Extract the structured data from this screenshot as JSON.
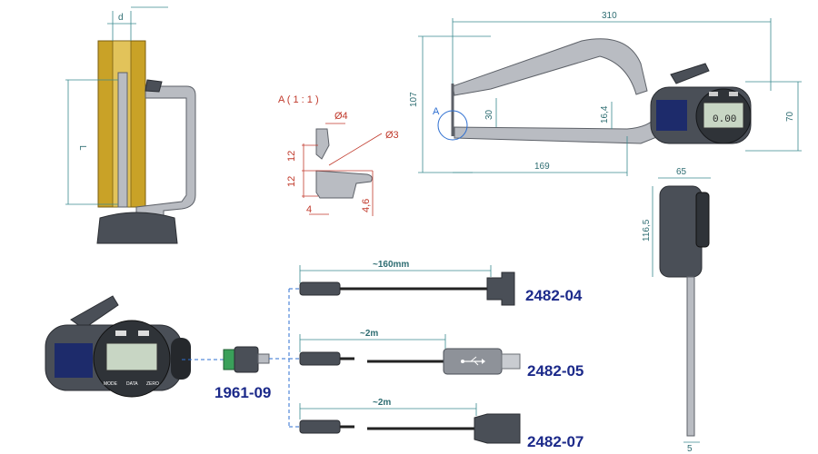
{
  "labels": {
    "d": "d",
    "L": "L",
    "section": "A ( 1 : 1 )",
    "diam4": "Ø4",
    "diam3": "Ø3",
    "sec_12a": "12",
    "sec_12b": "12",
    "sec_4": "4",
    "sec_4_6": "4,6",
    "len_310": "310",
    "h_107": "107",
    "marker_a": "A",
    "h_30": "30",
    "h_16_4": "16,4",
    "h_70": "70",
    "len_169": "169",
    "w_65": "65",
    "h_116_5": "116,5",
    "w_5": "5",
    "cable_160": "~160mm",
    "cable_2m_a": "~2m",
    "cable_2m_b": "~2m"
  },
  "parts": {
    "p2482_04": "2482-04",
    "p2482_05": "2482-05",
    "p2482_07": "2482-07",
    "p1961_09": "1961-09"
  },
  "display": {
    "reading": "0.00",
    "btn_mode": "MODE",
    "btn_data": "DATA",
    "btn_zero": "ZERO"
  },
  "colors": {
    "brass": "#c9a227",
    "dimension": "#3a8a8f",
    "part_number": "#1c2a8a",
    "section_annotation": "#c0392b",
    "housing": "#4a4f57",
    "display_screen": "#c8d6c4"
  },
  "icons": {
    "usb": "usb-icon"
  }
}
